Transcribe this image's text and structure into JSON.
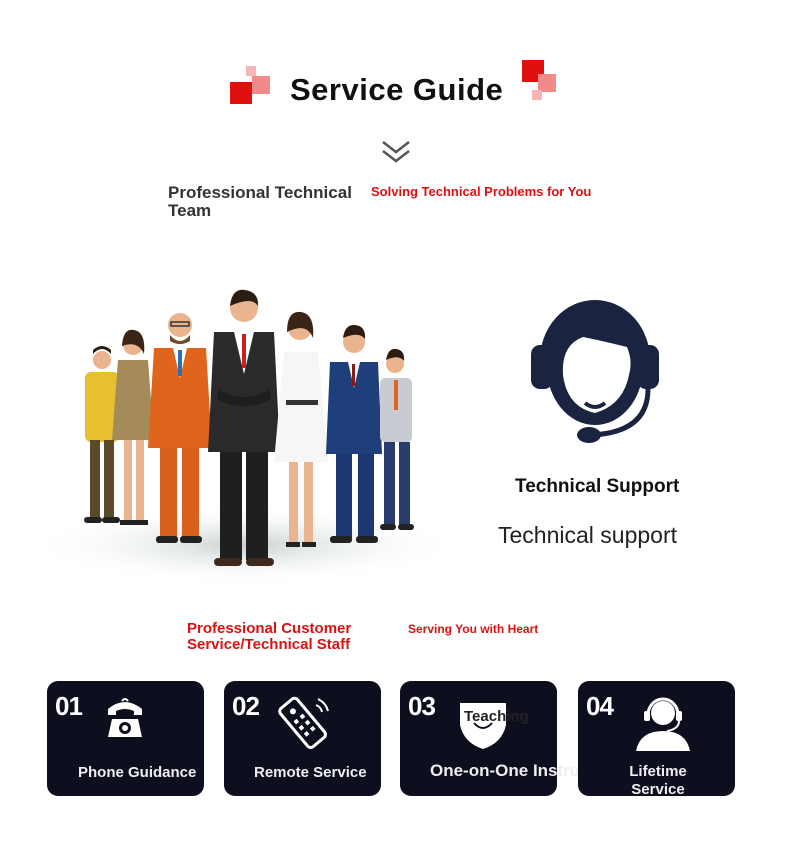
{
  "header": {
    "title": "Service Guide",
    "accent_color": "#e01010"
  },
  "intro": {
    "left_heading": "Professional Technical Team",
    "right_heading": "Solving Technical Problems for You"
  },
  "support": {
    "title": "Technical Support",
    "subtitle": "Technical support"
  },
  "staff": {
    "left_heading": "Professional Customer Service/Technical Staff",
    "right_heading": "Serving You with Heart"
  },
  "cards": [
    {
      "number": "01",
      "label": "Phone Guidance",
      "icon": "telephone-icon"
    },
    {
      "number": "02",
      "label": "Remote Service",
      "icon": "remote-control-icon"
    },
    {
      "number": "03",
      "label": "One-on-One Instruction",
      "overlay": "Teaching",
      "icon": "teaching-icon"
    },
    {
      "number": "04",
      "label": "Lifetime Service",
      "icon": "headset-agent-icon"
    }
  ]
}
